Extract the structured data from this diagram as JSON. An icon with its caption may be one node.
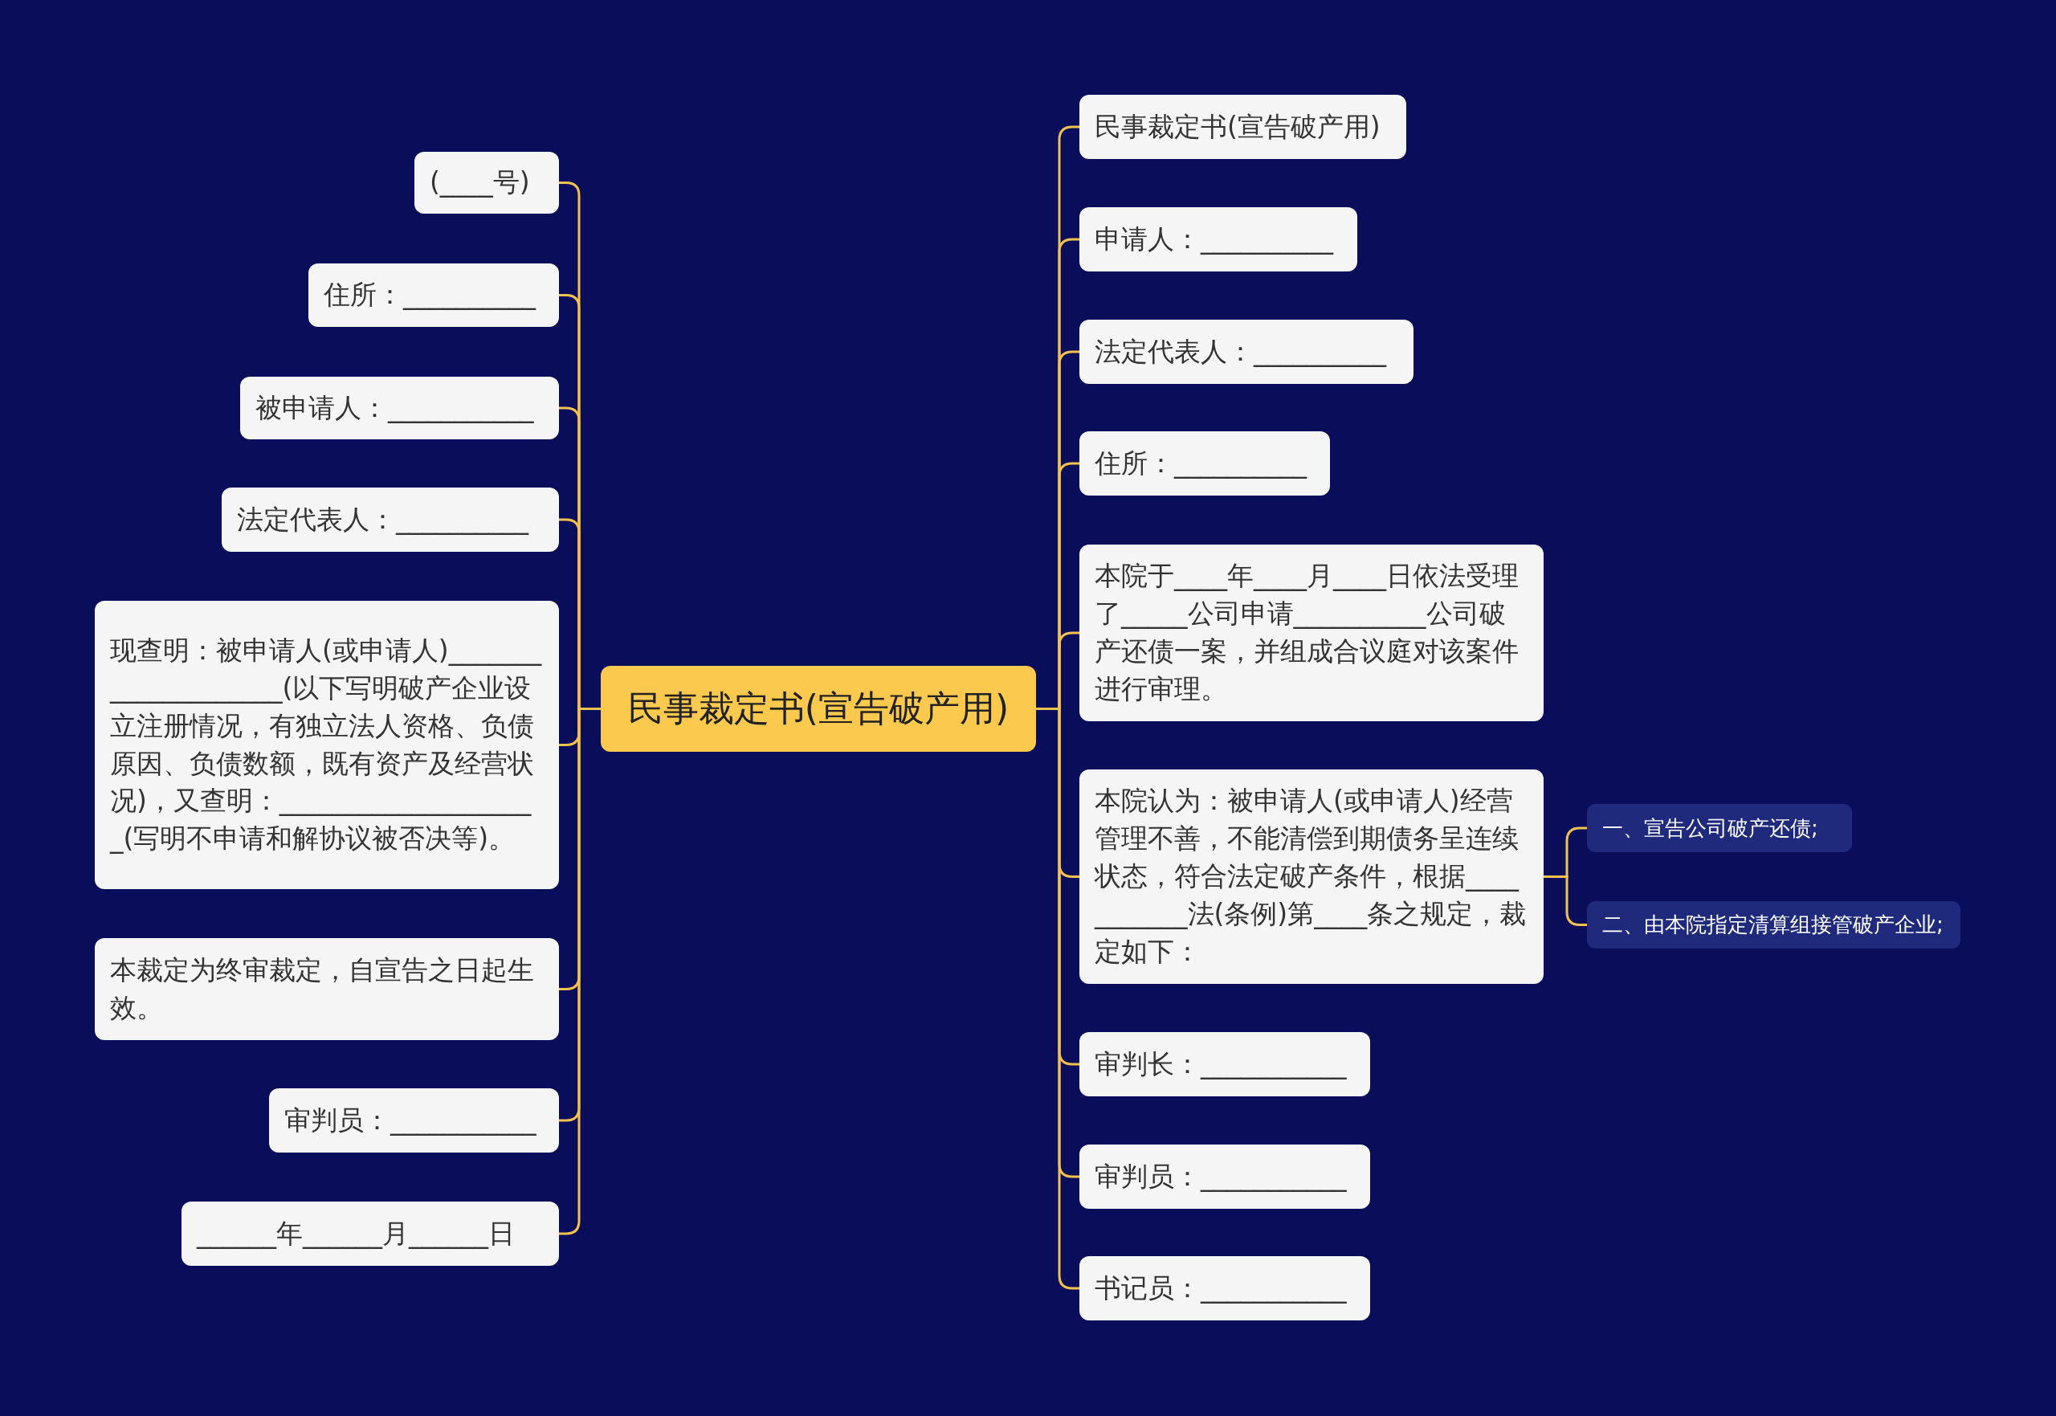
{
  "diagram": {
    "nodes": [
      {
        "text": [
          "民事裁定书(宣告破产用)"
        ]
      },
      {
        "text": [
          "民事裁定书(宣告破产用)"
        ]
      },
      {
        "text": [
          "申请人：__________"
        ]
      },
      {
        "text": [
          "法定代表人：__________"
        ]
      },
      {
        "text": [
          "住所：__________"
        ]
      },
      {
        "text": [
          "本院于____年____月____日依法受理了_____公司申请__________公司破产还债一案，并组成合议庭对该案件进行审理。"
        ]
      },
      {
        "text": [
          "本院认为：被申请人(或申请人)经营管理不善，不能清偿到期债务呈连续状态，符合法定破产条件，根据___________法(条例)第____条之规定，裁定如下："
        ]
      },
      {
        "text": [
          "一、宣告公司破产还债;"
        ]
      },
      {
        "text": [
          "二、由本院指定清算组接管破产企业;"
        ]
      },
      {
        "text": [
          "审判长：___________"
        ]
      },
      {
        "text": [
          "审判员：___________"
        ]
      },
      {
        "text": [
          "书记员：___________"
        ]
      },
      {
        "text": [
          "(____号)"
        ]
      },
      {
        "text": [
          "住所：__________"
        ]
      },
      {
        "text": [
          "被申请人：___________"
        ]
      },
      {
        "text": [
          "法定代表人：__________"
        ]
      },
      {
        "text": [
          "现查明：被申请人(或申请人)____________________(以下写明破产企业设立注册情况，有独立法人资格、负债原因、负债数额，既有资产及经营状况)，又查明：____________________(写明不申请和解协议被否决等)。"
        ]
      },
      {
        "text": [
          "本裁定为终审裁定，自宣告之日起生效。"
        ]
      },
      {
        "text": [
          "审判员：___________"
        ]
      },
      {
        "text": [
          "______年______月______日"
        ]
      }
    ],
    "edges": [
      {
        "from": 0,
        "to": 1,
        "arrow": "none"
      },
      {
        "from": 0,
        "to": 2,
        "arrow": "none"
      },
      {
        "from": 0,
        "to": 3,
        "arrow": "none"
      },
      {
        "from": 0,
        "to": 4,
        "arrow": "none"
      },
      {
        "from": 0,
        "to": 5,
        "arrow": "none"
      },
      {
        "from": 0,
        "to": 6,
        "arrow": "none"
      },
      {
        "from": 6,
        "to": 7,
        "arrow": "none"
      },
      {
        "from": 6,
        "to": 8,
        "arrow": "none"
      },
      {
        "from": 0,
        "to": 9,
        "arrow": "none"
      },
      {
        "from": 0,
        "to": 10,
        "arrow": "none"
      },
      {
        "from": 0,
        "to": 11,
        "arrow": "none"
      },
      {
        "from": 0,
        "to": 12,
        "arrow": "none"
      },
      {
        "from": 0,
        "to": 13,
        "arrow": "none"
      },
      {
        "from": 0,
        "to": 14,
        "arrow": "none"
      },
      {
        "from": 0,
        "to": 15,
        "arrow": "none"
      },
      {
        "from": 0,
        "to": 16,
        "arrow": "none"
      },
      {
        "from": 0,
        "to": 17,
        "arrow": "none"
      },
      {
        "from": 0,
        "to": 18,
        "arrow": "none"
      },
      {
        "from": 0,
        "to": 19,
        "arrow": "none"
      }
    ]
  }
}
